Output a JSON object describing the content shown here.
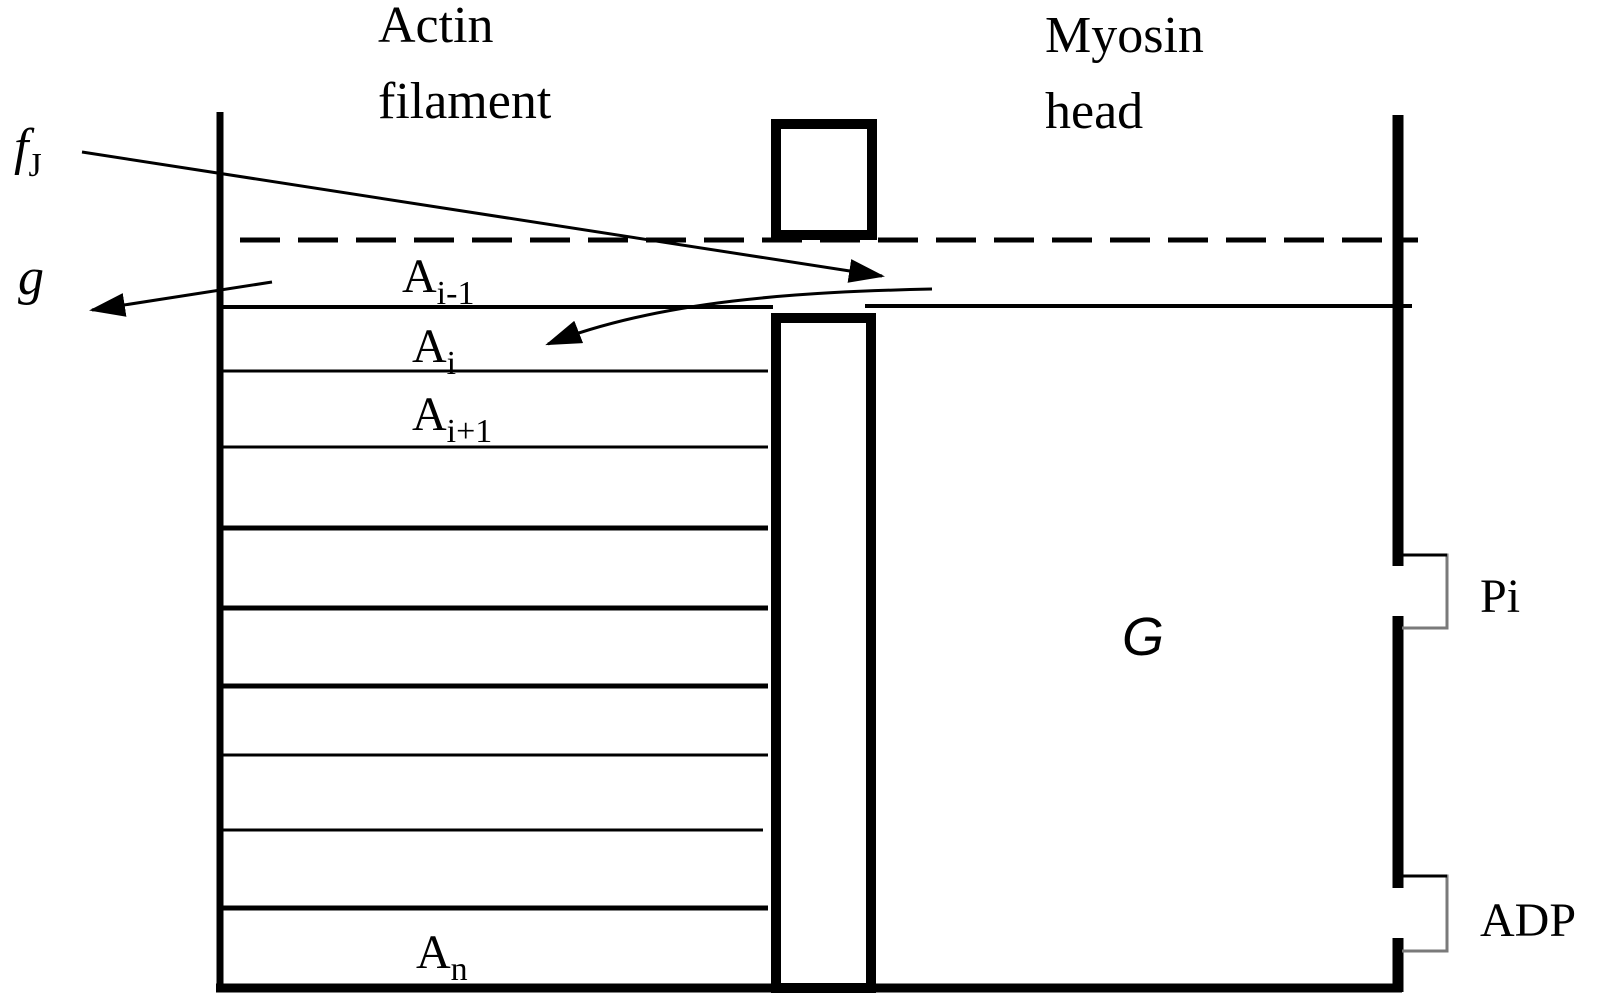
{
  "labels": {
    "actin_line1": "Actin",
    "actin_line2": "filament",
    "myosin_line1": "Myosin",
    "myosin_line2": "head",
    "fj_main": "f",
    "fj_sub": "J",
    "g": "g",
    "a_base": "A",
    "a_im1_sub": "i-1",
    "a_i_sub": "i",
    "a_ip1_sub": "i+1",
    "a_n_sub": "n",
    "G": "G",
    "pi": "Pi",
    "adp": "ADP"
  },
  "colors": {
    "stroke": "#000000",
    "port_stroke": "#7a7a7a",
    "background": "#ffffff"
  }
}
